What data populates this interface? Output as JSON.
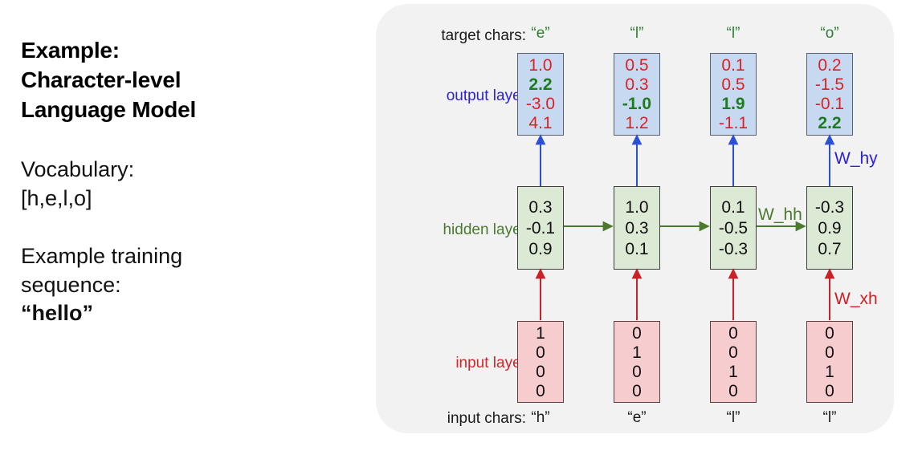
{
  "left_panel": {
    "heading_lines": [
      "Example:",
      "Character-level",
      "Language Model"
    ],
    "vocabulary_label": "Vocabulary:",
    "vocabulary_value": "[h,e,l,o]",
    "sequence_label_line1": "Example training",
    "sequence_label_line2": "sequence:",
    "sequence_value": "“hello”"
  },
  "diagram": {
    "row_labels": {
      "target_chars": "target chars:",
      "output_layer": "output layer",
      "hidden_layer": "hidden layer",
      "input_layer": "input layer",
      "input_chars": "input chars:"
    },
    "weights": {
      "w_hy": "W_hy",
      "w_hh": "W_hh",
      "w_xh": "W_xh"
    },
    "colors": {
      "panel_bg": "#f2f2f2",
      "output_box_bg": "#c6d9f1",
      "hidden_box_bg": "#dce9d5",
      "input_box_bg": "#f6ccce",
      "output_label": "#2b20e0",
      "hidden_label": "#4a7a2e",
      "input_label": "#d4262b",
      "target_char": "#2e7d32",
      "value_red": "#e02020",
      "value_green": "#1d7d1d",
      "arrow_blue": "#2b4fd6",
      "arrow_green": "#4a7a2e",
      "arrow_red": "#cc2026"
    },
    "columns": [
      {
        "target_char": "“e”",
        "input_char": "“h”",
        "output": [
          {
            "value": "1.0",
            "highlight": false
          },
          {
            "value": "2.2",
            "highlight": true
          },
          {
            "value": "-3.0",
            "highlight": false
          },
          {
            "value": "4.1",
            "highlight": false
          }
        ],
        "hidden": [
          "0.3",
          "-0.1",
          "0.9"
        ],
        "input": [
          "1",
          "0",
          "0",
          "0"
        ]
      },
      {
        "target_char": "“l”",
        "input_char": "“e”",
        "output": [
          {
            "value": "0.5",
            "highlight": false
          },
          {
            "value": "0.3",
            "highlight": false
          },
          {
            "value": "-1.0",
            "highlight": true
          },
          {
            "value": "1.2",
            "highlight": false
          }
        ],
        "hidden": [
          "1.0",
          "0.3",
          "0.1"
        ],
        "input": [
          "0",
          "1",
          "0",
          "0"
        ]
      },
      {
        "target_char": "“l”",
        "input_char": "“l”",
        "output": [
          {
            "value": "0.1",
            "highlight": false
          },
          {
            "value": "0.5",
            "highlight": false
          },
          {
            "value": "1.9",
            "highlight": true
          },
          {
            "value": "-1.1",
            "highlight": false
          }
        ],
        "hidden": [
          "0.1",
          "-0.5",
          "-0.3"
        ],
        "input": [
          "0",
          "0",
          "1",
          "0"
        ]
      },
      {
        "target_char": "“o”",
        "input_char": "“l”",
        "output": [
          {
            "value": "0.2",
            "highlight": false
          },
          {
            "value": "-1.5",
            "highlight": false
          },
          {
            "value": "-0.1",
            "highlight": false
          },
          {
            "value": "2.2",
            "highlight": true
          }
        ],
        "hidden": [
          "-0.3",
          "0.9",
          "0.7"
        ],
        "input": [
          "0",
          "0",
          "1",
          "0"
        ]
      }
    ]
  }
}
